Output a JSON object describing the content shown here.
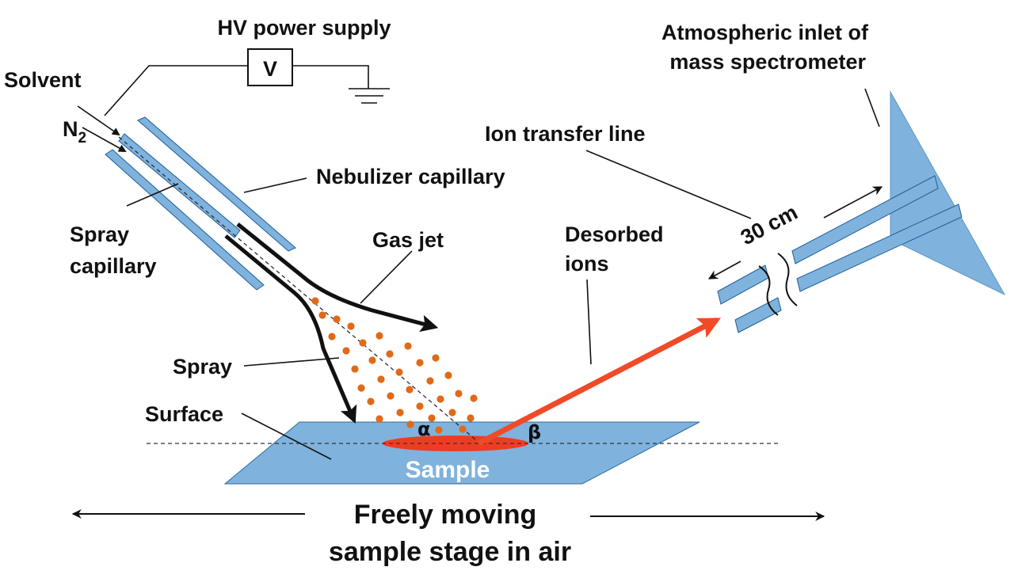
{
  "labels": {
    "hv_power_supply": "HV power supply",
    "voltage": "V",
    "solvent": "Solvent",
    "n2_main": "N",
    "n2_sub": "2",
    "nebulizer_capillary": "Nebulizer capillary",
    "spray_capillary_1": "Spray",
    "spray_capillary_2": "capillary",
    "gas_jet": "Gas jet",
    "spray": "Spray",
    "surface": "Surface",
    "sample": "Sample",
    "alpha": "α",
    "beta": "β",
    "desorbed_ions_1": "Desorbed",
    "desorbed_ions_2": "ions",
    "ion_transfer_line": "Ion transfer line",
    "distance": "30 cm",
    "inlet_1": "Atmospheric inlet of",
    "inlet_2": "mass spectrometer",
    "stage_1": "Freely moving",
    "stage_2": "sample stage in air"
  },
  "colors": {
    "capillary_blue": "#7fb2dc",
    "outline_blue": "#1f5f9a",
    "spray_droplet": "#e06a17",
    "sample_red": "#ee3c22",
    "ion_arrow": "#f04a28",
    "ink": "#111111"
  }
}
